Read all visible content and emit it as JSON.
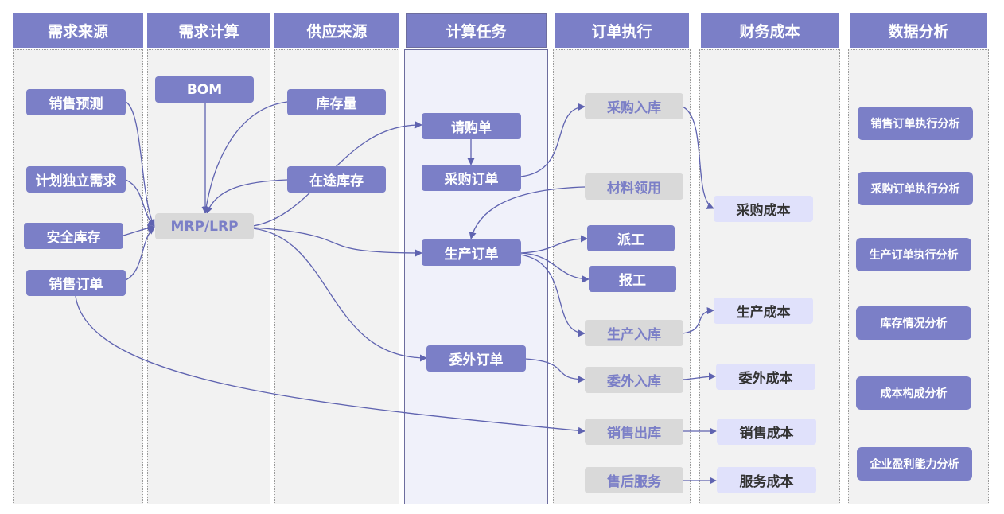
{
  "columns": {
    "demand_source": "需求来源",
    "demand_calc": "需求计算",
    "supply_source": "供应来源",
    "calc_task": "计算任务",
    "order_exec": "订单执行",
    "finance_cost": "财务成本",
    "data_analysis": "数据分析"
  },
  "nodes": {
    "sales_forecast": "销售预测",
    "plan_independent_demand": "计划独立需求",
    "safety_stock": "安全库存",
    "sales_order": "销售订单",
    "bom": "BOM",
    "mrp_lrp": "MRP/LRP",
    "inventory_qty": "库存量",
    "in_transit_inventory": "在途库存",
    "purchase_requisition": "请购单",
    "purchase_order": "采购订单",
    "production_order": "生产订单",
    "outsourcing_order": "委外订单",
    "purchase_receipt": "采购入库",
    "material_issue": "材料领用",
    "dispatch": "派工",
    "work_report": "报工",
    "production_receipt": "生产入库",
    "outsourcing_receipt": "委外入库",
    "sales_delivery": "销售出库",
    "after_sales": "售后服务",
    "purchase_cost": "采购成本",
    "production_cost": "生产成本",
    "outsourcing_cost": "委外成本",
    "sales_cost": "销售成本",
    "service_cost": "服务成本",
    "so_exec_analysis": "销售订单执行分析",
    "po_exec_analysis": "采购订单执行分析",
    "mo_exec_analysis": "生产订单执行分析",
    "inventory_analysis": "库存情况分析",
    "cost_structure_analysis": "成本构成分析",
    "profitability_analysis": "企业盈利能力分析"
  },
  "colors": {
    "header": "#7b7fc7",
    "node_primary": "#7b7fc7",
    "node_gray": "#d9d9d9",
    "node_light": "#e0e1fb",
    "line": "#5f63b0"
  }
}
